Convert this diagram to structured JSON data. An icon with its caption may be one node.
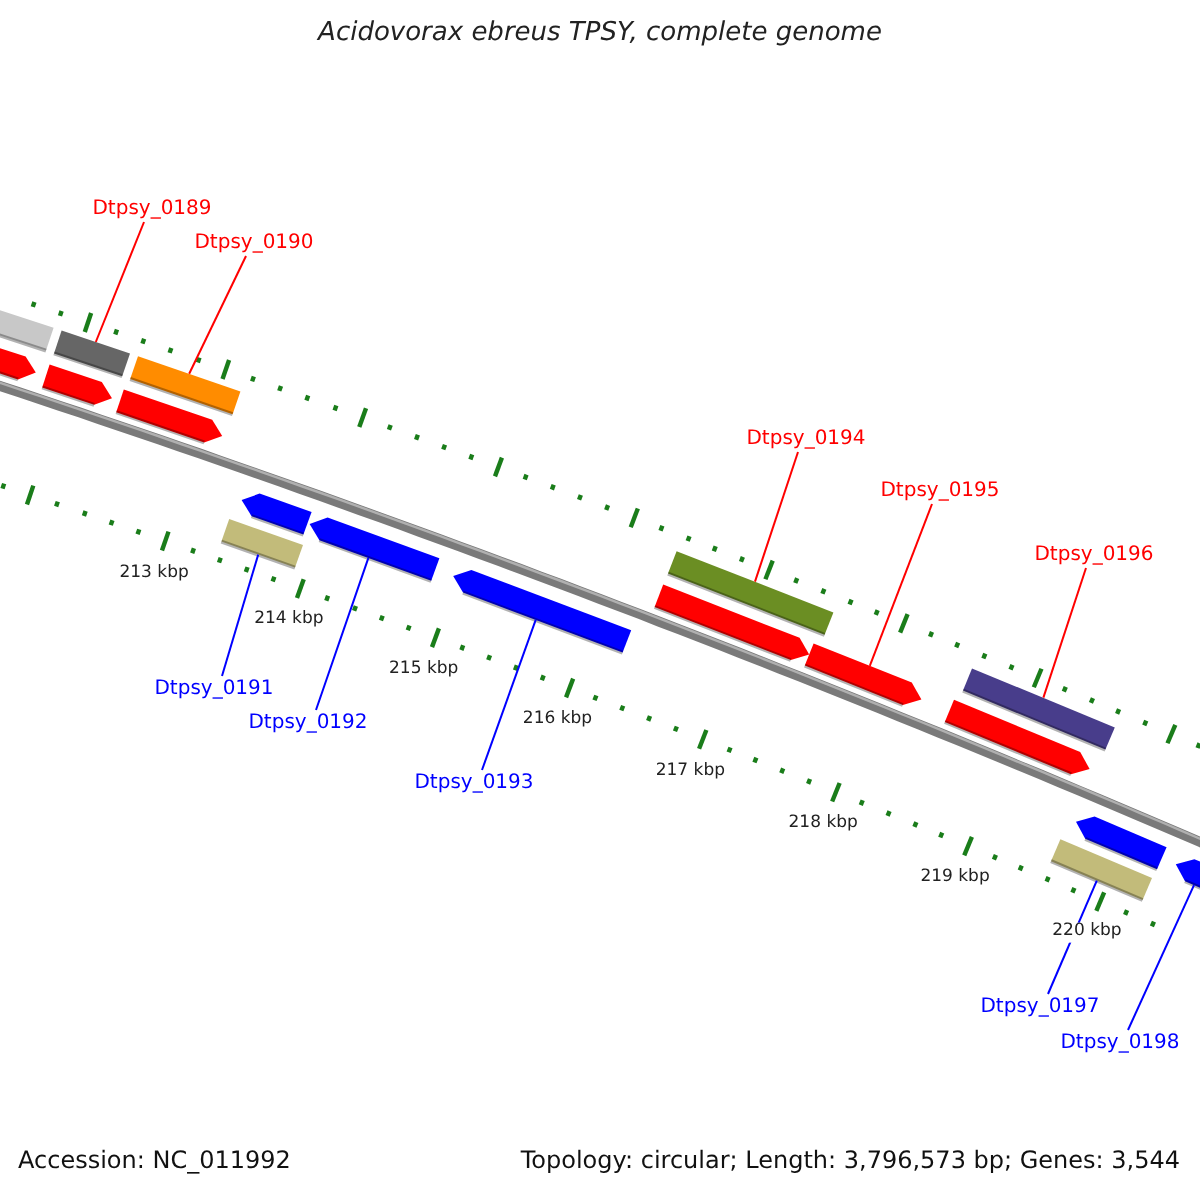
{
  "diagram": {
    "title": "Acidovorax ebreus TPSY, complete genome",
    "nodes": [
      {
        "text": [
          "Dtpsy_0189"
        ]
      },
      {
        "text": [
          "Dtpsy_0190"
        ]
      },
      {
        "text": [
          "Dtpsy_0194"
        ]
      },
      {
        "text": [
          "Dtpsy_0195"
        ]
      },
      {
        "text": [
          "Dtpsy_0196"
        ]
      },
      {
        "text": [
          "Dtpsy_0191"
        ]
      },
      {
        "text": [
          "Dtpsy_0192"
        ]
      },
      {
        "text": [
          "Dtpsy_0193"
        ]
      },
      {
        "text": [
          "Dtpsy_0197"
        ]
      },
      {
        "text": [
          "Dtpsy_0198"
        ]
      },
      {
        "text": [],
        "shape": "bar"
      },
      {
        "text": [],
        "shape": "arrow"
      },
      {
        "text": [],
        "shape": "bar"
      },
      {
        "text": [],
        "shape": "arrow"
      },
      {
        "text": [],
        "shape": "bar"
      },
      {
        "text": [],
        "shape": "arrow"
      },
      {
        "text": [],
        "shape": "arrow"
      },
      {
        "text": [],
        "shape": "bar"
      },
      {
        "text": [],
        "shape": "arrow"
      },
      {
        "text": [],
        "shape": "arrow"
      },
      {
        "text": [],
        "shape": "arrow"
      },
      {
        "text": [],
        "shape": "bar"
      },
      {
        "text": [],
        "shape": "arrow"
      },
      {
        "text": [],
        "shape": "arrow"
      },
      {
        "text": [],
        "shape": "bar"
      },
      {
        "text": [],
        "shape": "bar"
      },
      {
        "text": [],
        "shape": "arrow"
      },
      {
        "text": [],
        "shape": "arrow"
      }
    ],
    "edges": [
      {
        "from": 0,
        "to": 12,
        "arrow": "none",
        "color": "#ff0000"
      },
      {
        "from": 1,
        "to": 14,
        "arrow": "none",
        "color": "#ff0000"
      },
      {
        "from": 2,
        "to": 21,
        "arrow": "none",
        "color": "#ff0000"
      },
      {
        "from": 3,
        "to": 22,
        "arrow": "none",
        "color": "#ff0000"
      },
      {
        "from": 4,
        "to": 24,
        "arrow": "none",
        "color": "#ff0000"
      },
      {
        "from": 5,
        "to": 17,
        "arrow": "none",
        "color": "#0000ff"
      },
      {
        "from": 6,
        "to": 18,
        "arrow": "none",
        "color": "#0000ff"
      },
      {
        "from": 7,
        "to": 19,
        "arrow": "none",
        "color": "#0000ff"
      },
      {
        "from": 8,
        "to": 25,
        "arrow": "none",
        "color": "#0000ff"
      },
      {
        "from": 9,
        "to": 27,
        "arrow": "none",
        "color": "#0000ff"
      }
    ],
    "labels": [
      "213 kbp",
      "214 kbp",
      "215 kbp",
      "216 kbp",
      "217 kbp",
      "218 kbp",
      "219 kbp",
      "220 kbp",
      "Accession: NC_011992",
      "Topology: circular; Length: 3,796,573 bp; Genes: 3,544"
    ]
  }
}
